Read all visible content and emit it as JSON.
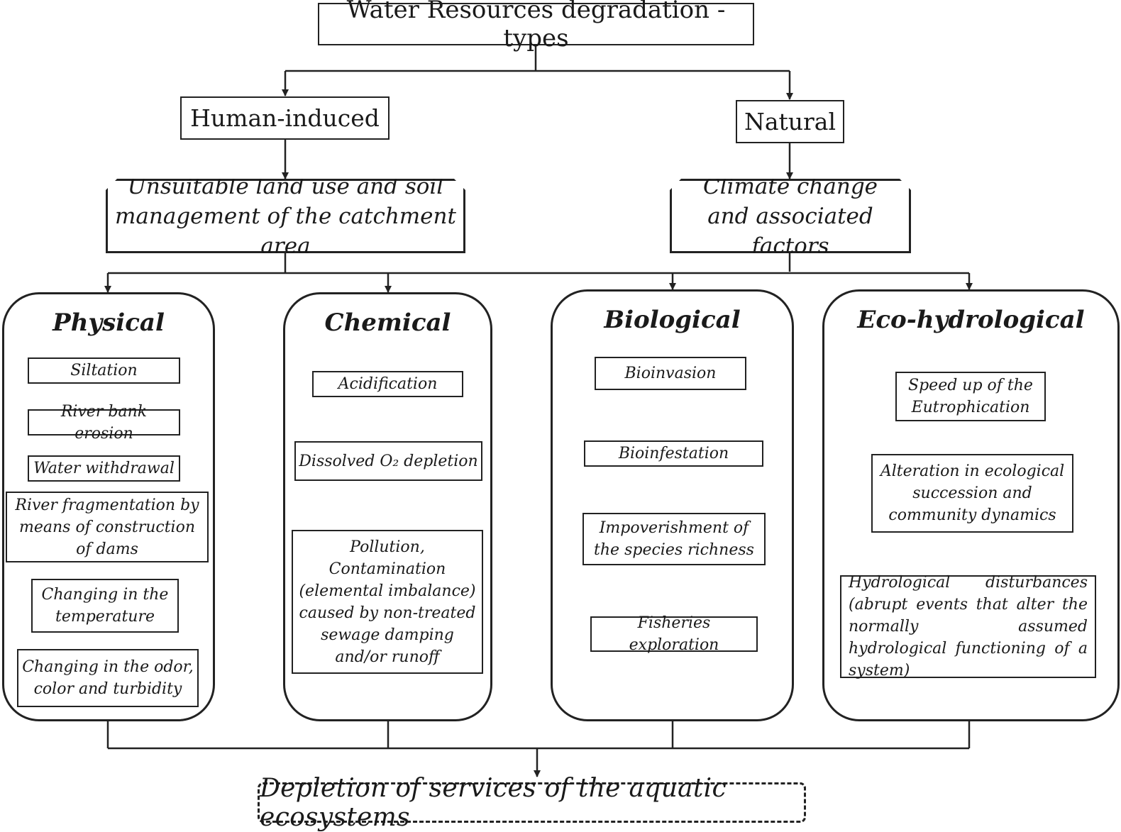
{
  "title": "Water Resources degradation - types",
  "branches": {
    "human": "Human-induced",
    "natural": "Natural"
  },
  "causes": {
    "human": "Unsuitable land use and soil management of the catchment area",
    "natural": "Climate change and associated factors"
  },
  "categories": {
    "physical": {
      "title": "Physical",
      "items": [
        "Siltation",
        "River bank erosion",
        "Water withdrawal",
        "River fragmentation by means of construction of dams",
        "Changing in the temperature",
        "Changing in the odor, color and turbidity"
      ]
    },
    "chemical": {
      "title": "Chemical",
      "items": [
        "Acidification",
        "Dissolved O₂ depletion",
        "Pollution, Contamination (elemental imbalance) caused by non-treated sewage damping and/or runoff"
      ]
    },
    "biological": {
      "title": "Biological",
      "items": [
        "Bioinvasion",
        "Bioinfestation",
        "Impoverishment of the species richness",
        "Fisheries exploration"
      ]
    },
    "eco": {
      "title": "Eco-hydrological",
      "items": [
        "Speed up of the Eutrophication",
        "Alteration in ecological succession and community dynamics",
        "Hydrological disturbances (abrupt events that alter the normally assumed hydrological functioning of a system)"
      ]
    }
  },
  "outcome": "Depletion of services of the aquatic ecosystems"
}
